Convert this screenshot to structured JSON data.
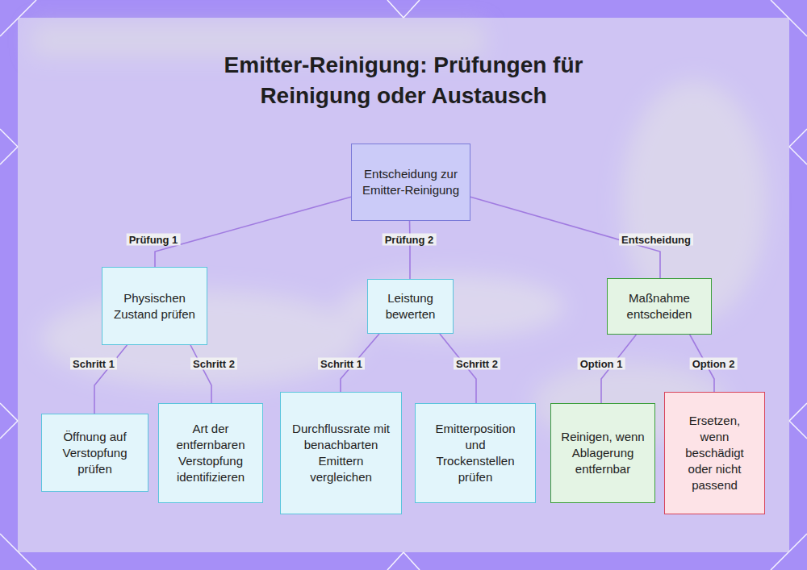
{
  "diagram": {
    "title": "Emitter-Reinigung: Prüfungen für Reinigung oder Austausch",
    "nodes": [
      {
        "text": [
          "Entscheidung zur Emitter-Reinigung"
        ]
      },
      {
        "text": [
          "Physischen Zustand prüfen"
        ]
      },
      {
        "text": [
          "Leistung bewerten"
        ]
      },
      {
        "text": [
          "Maßnahme entscheiden"
        ]
      },
      {
        "text": [
          "Öffnung auf Verstopfung prüfen"
        ]
      },
      {
        "text": [
          "Art der entfernbaren Verstopfung identifizieren"
        ]
      },
      {
        "text": [
          "Durchflussrate mit benachbarten Emittern vergleichen"
        ]
      },
      {
        "text": [
          "Emitterposition und Trockenstellen prüfen"
        ]
      },
      {
        "text": [
          "Reinigen, wenn Ablagerung entfernbar"
        ]
      },
      {
        "text": [
          "Ersetzen, wenn beschädigt oder nicht passend"
        ]
      }
    ],
    "edges": [
      {
        "from": 0,
        "to": 1,
        "label": "Prüfung 1",
        "arrow": "none"
      },
      {
        "from": 0,
        "to": 2,
        "label": "Prüfung 2",
        "arrow": "none"
      },
      {
        "from": 0,
        "to": 3,
        "label": "Entscheidung",
        "arrow": "none"
      },
      {
        "from": 1,
        "to": 4,
        "label": "Schritt 1",
        "arrow": "none"
      },
      {
        "from": 1,
        "to": 5,
        "label": "Schritt 2",
        "arrow": "none"
      },
      {
        "from": 2,
        "to": 6,
        "label": "Schritt 1",
        "arrow": "none"
      },
      {
        "from": 2,
        "to": 7,
        "label": "Schritt 2",
        "arrow": "none"
      },
      {
        "from": 3,
        "to": 8,
        "label": "Option 1",
        "arrow": "none"
      },
      {
        "from": 3,
        "to": 9,
        "label": "Option 2",
        "arrow": "none"
      }
    ]
  }
}
